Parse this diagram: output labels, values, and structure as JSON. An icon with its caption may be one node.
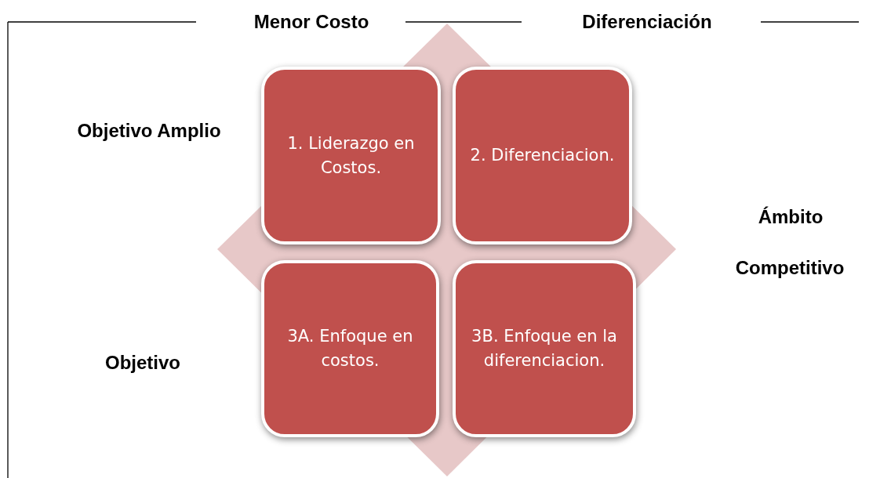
{
  "diagram": {
    "nodes": [
      {
        "text": [
          "1. Liderazgo en Costos."
        ]
      },
      {
        "text": [
          "2. Diferenciacion."
        ]
      },
      {
        "text": [
          "3A. Enfoque en costos."
        ]
      },
      {
        "text": [
          "3B. Enfoque en la diferenciacion."
        ]
      }
    ],
    "labels": [
      "Menor Costo",
      "Diferenciación",
      "Objetivo Amplio",
      "Ámbito",
      "Competitivo",
      "Objetivo"
    ]
  }
}
